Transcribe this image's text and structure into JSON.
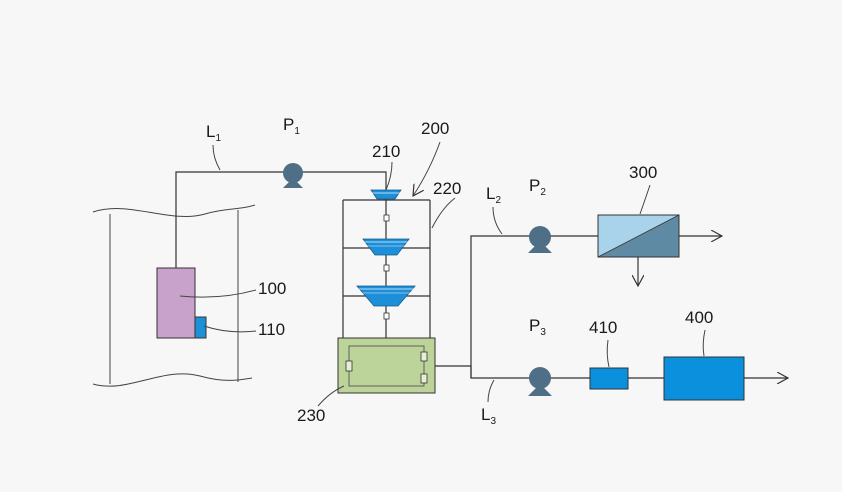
{
  "labels": {
    "l1": {
      "main": "L",
      "sub": "1"
    },
    "l2": {
      "main": "L",
      "sub": "2"
    },
    "l3": {
      "main": "L",
      "sub": "3"
    },
    "p1": {
      "main": "P",
      "sub": "1"
    },
    "p2": {
      "main": "P",
      "sub": "2"
    },
    "p3": {
      "main": "P",
      "sub": "3"
    },
    "n100": "100",
    "n110": "110",
    "n200": "200",
    "n210": "210",
    "n220": "220",
    "n230": "230",
    "n300": "300",
    "n400": "400",
    "n410": "410"
  },
  "colors": {
    "background": "#f7f7f7",
    "line": "#333333",
    "tank_module": "#c8a2cb",
    "sensor": "#1e90d6",
    "pump": "#4e6f86",
    "cone": "#1d8fd8",
    "lower_tank": "#bcd49a",
    "membrane_light": "#a9d3ea",
    "membrane_dark": "#5f8aa3",
    "box_400": "#0a90dc",
    "box_410": "#0a90dc"
  }
}
